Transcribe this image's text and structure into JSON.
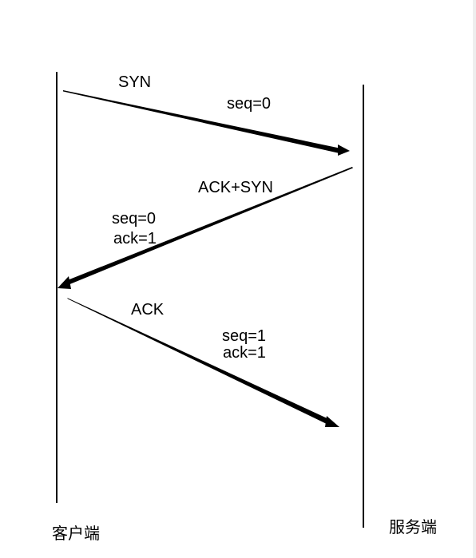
{
  "parties": {
    "client": "客户端",
    "server": "服务端"
  },
  "messages": [
    {
      "name": "SYN",
      "params": [
        "seq=0"
      ]
    },
    {
      "name": "ACK+SYN",
      "params": [
        "seq=0",
        "ack=1"
      ]
    },
    {
      "name": "ACK",
      "params": [
        "seq=1",
        "ack=1"
      ]
    }
  ],
  "colors": {
    "line": "#000000",
    "background": "#ffffff"
  }
}
